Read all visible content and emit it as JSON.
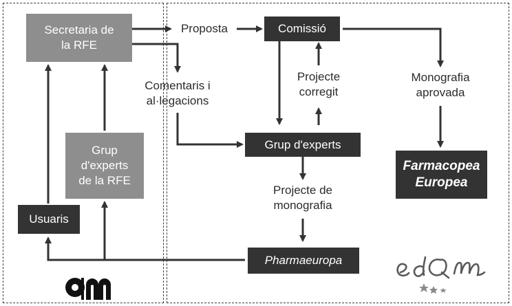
{
  "nodes": {
    "secretaria": "Secretaria de\nla RFE",
    "grup_rfe": "Grup\nd'experts\nde la RFE",
    "usuaris": "Usuaris",
    "comissio": "Comissió",
    "grup_experts": "Grup d'experts",
    "pharmaeuropa": "Pharmaeuropa",
    "farmacopea": "Farmacopea\nEuropea"
  },
  "labels": {
    "proposta": "Proposta",
    "comentaris": "Comentaris i\nal·legacions",
    "projecte_corregit": "Projecte\ncorregit",
    "monografia_aprovada": "Monografia\naprovada",
    "projecte_monografia": "Projecte de\nmonografia"
  },
  "logos": {
    "left": "am",
    "right": "edqm"
  }
}
